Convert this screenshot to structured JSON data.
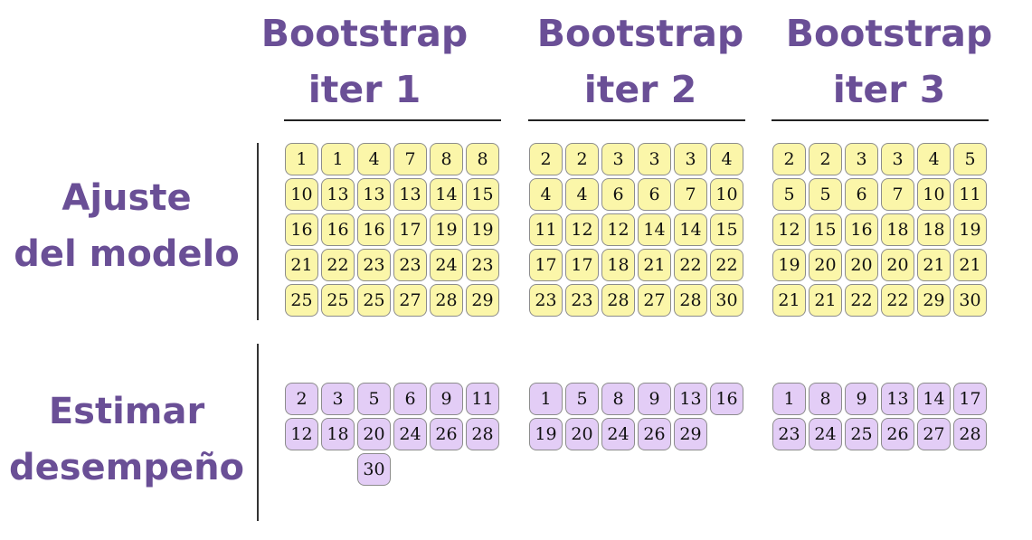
{
  "columns": [
    {
      "line1": "Bootstrap",
      "line2": "iter 1"
    },
    {
      "line1": "Bootstrap",
      "line2": "iter 2"
    },
    {
      "line1": "Bootstrap",
      "line2": "iter 3"
    }
  ],
  "rows": {
    "train_label": {
      "line1": "Ajuste",
      "line2": "del modelo"
    },
    "test_label": {
      "line1": "Estimar",
      "line2": "desempeño"
    }
  },
  "train_sets": [
    [
      "1",
      "1",
      "4",
      "7",
      "8",
      "8",
      "10",
      "13",
      "13",
      "13",
      "14",
      "15",
      "16",
      "16",
      "16",
      "17",
      "19",
      "19",
      "21",
      "22",
      "23",
      "23",
      "24",
      "23",
      "25",
      "25",
      "25",
      "27",
      "28",
      "29"
    ],
    [
      "2",
      "2",
      "3",
      "3",
      "3",
      "4",
      "4",
      "4",
      "6",
      "6",
      "7",
      "10",
      "11",
      "12",
      "12",
      "14",
      "14",
      "15",
      "17",
      "17",
      "18",
      "21",
      "22",
      "22",
      "23",
      "23",
      "28",
      "27",
      "28",
      "30"
    ],
    [
      "2",
      "2",
      "3",
      "3",
      "4",
      "5",
      "5",
      "5",
      "6",
      "7",
      "10",
      "11",
      "12",
      "15",
      "16",
      "18",
      "18",
      "19",
      "19",
      "20",
      "20",
      "20",
      "21",
      "21",
      "21",
      "21",
      "22",
      "22",
      "29",
      "30"
    ]
  ],
  "test_sets": [
    [
      "2",
      "3",
      "5",
      "6",
      "9",
      "11",
      "12",
      "18",
      "20",
      "24",
      "26",
      "28",
      "",
      "",
      "30"
    ],
    [
      "1",
      "5",
      "8",
      "9",
      "13",
      "16",
      "19",
      "20",
      "24",
      "26",
      "29"
    ],
    [
      "1",
      "8",
      "9",
      "13",
      "14",
      "17",
      "23",
      "24",
      "25",
      "26",
      "27",
      "28"
    ]
  ]
}
